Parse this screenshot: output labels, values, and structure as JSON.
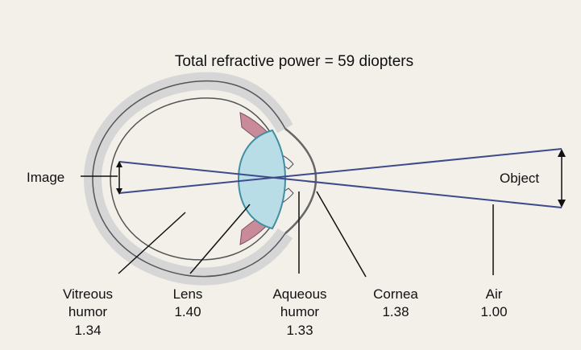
{
  "title": "Total refractive power = 59 diopters",
  "labels": {
    "image": "Image",
    "object": "Object",
    "vitreous": {
      "line1": "Vitreous",
      "line2": "humor",
      "value": "1.34"
    },
    "lens": {
      "line1": "Lens",
      "value": "1.40"
    },
    "aqueous": {
      "line1": "Aqueous",
      "line2": "humor",
      "value": "1.33"
    },
    "cornea": {
      "line1": "Cornea",
      "value": "1.38"
    },
    "air": {
      "line1": "Air",
      "value": "1.00"
    }
  },
  "colors": {
    "background": "#f3f0ea",
    "ray": "#3e4a8a",
    "lens_fill": "#b9dde6",
    "lens_stroke": "#3f8fa3",
    "eye_wall": "#d6d6d6",
    "iris": "#c98a9a"
  }
}
